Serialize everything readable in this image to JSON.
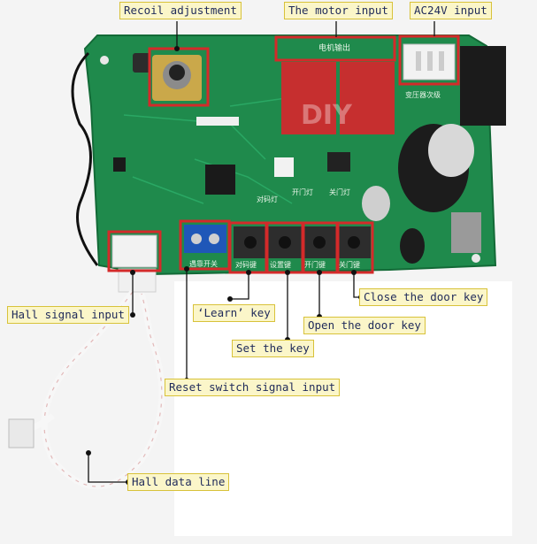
{
  "labels": {
    "recoil": "Recoil adjustment",
    "motor": "The motor input",
    "ac24": "AC24V input",
    "hall_signal": "Hall signal input",
    "learn": "‘Learn’ key",
    "set": "Set the key",
    "open": "Open the door key",
    "close": "Close the door key",
    "reset": "Reset switch signal input",
    "hall_data": "Hall data line"
  },
  "board_text": {
    "watermark": "DIY",
    "motor_silk": "电机输出",
    "transformer_silk": "变压器次级",
    "code_silk": "对码灯",
    "open_silk": "开门灯",
    "close_silk": "关门灯",
    "btn_learn": "对码键",
    "btn_set": "设置键",
    "btn_open": "开门键",
    "btn_close": "关门键",
    "reset_silk": "遇靠开关"
  },
  "colors": {
    "pcb": "#1f8a4c",
    "highlight": "#d42a2a",
    "label_bg": "#fbf6c9",
    "label_border": "#d8c23a"
  }
}
